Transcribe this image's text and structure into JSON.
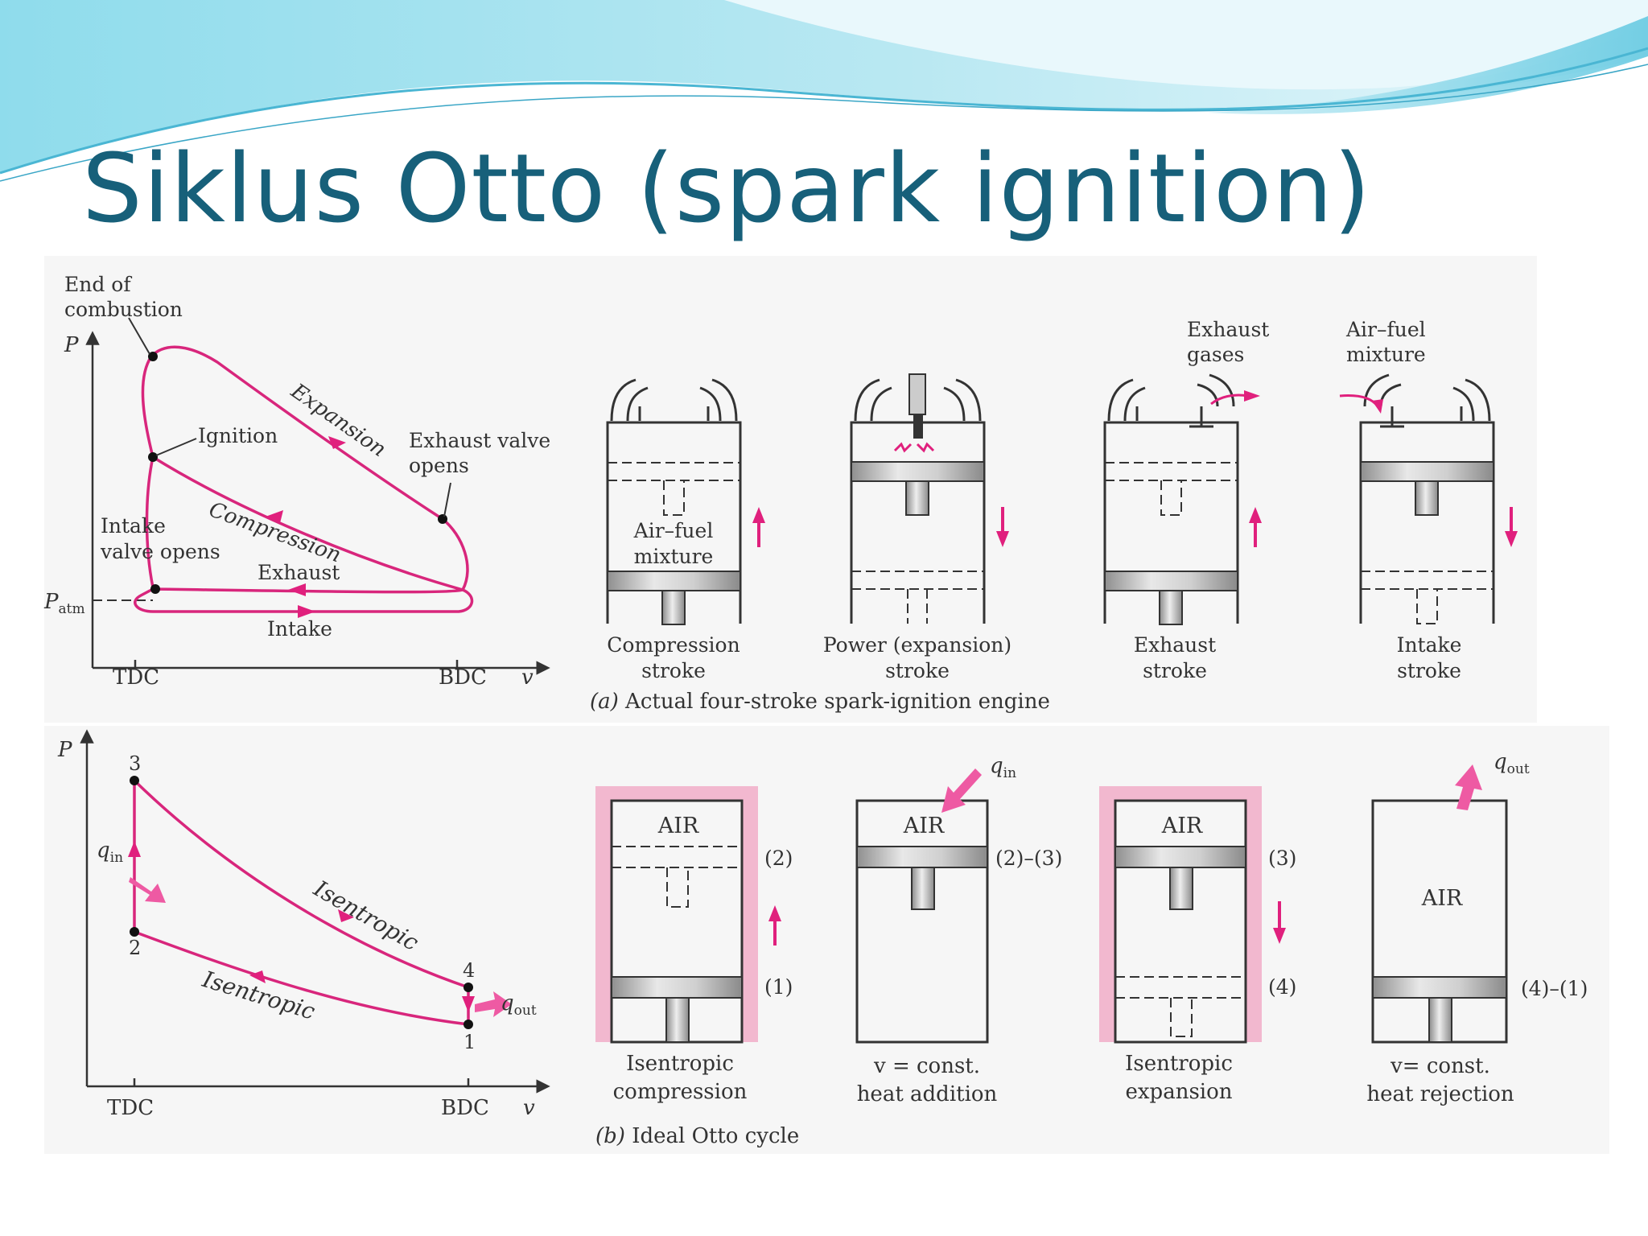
{
  "title": "Siklus Otto (spark ignition)",
  "colors": {
    "title": "#17607a",
    "cycle_line": "#d8267c",
    "heat_arrow": "#ee5aa3",
    "banner_light": "#bfe9f3",
    "banner_mid": "#7fd1e6",
    "panel_bg": "#f6f6f6"
  },
  "actual": {
    "diagram": {
      "y_axis": "P",
      "x_axis": "v",
      "tdc": "TDC",
      "bdc": "BDC",
      "patm": "P",
      "patm_sub": "atm",
      "end_combustion_1": "End of",
      "end_combustion_2": "combustion",
      "ignition": "Ignition",
      "expansion": "Expansion",
      "exhaust_valve_1": "Exhaust valve",
      "exhaust_valve_2": "opens",
      "intake_valve_1": "Intake",
      "intake_valve_2": "valve opens",
      "compression": "Compression",
      "exhaust": "Exhaust",
      "intake": "Intake"
    },
    "cylinders": {
      "compression": {
        "mix_1": "Air–fuel",
        "mix_2": "mixture",
        "caption_1": "Compression",
        "caption_2": "stroke"
      },
      "power": {
        "caption_1": "Power (expansion)",
        "caption_2": "stroke"
      },
      "exhaust": {
        "gases_1": "Exhaust",
        "gases_2": "gases",
        "caption_1": "Exhaust",
        "caption_2": "stroke"
      },
      "intake": {
        "mix_1": "Air–fuel",
        "mix_2": "mixture",
        "caption_1": "Intake",
        "caption_2": "stroke"
      }
    },
    "caption_letter": "(a)",
    "caption_text": " Actual four-stroke spark-ignition engine"
  },
  "ideal": {
    "diagram": {
      "y_axis": "P",
      "x_axis": "v",
      "tdc": "TDC",
      "bdc": "BDC",
      "point_1": "1",
      "point_2": "2",
      "point_3": "3",
      "point_4": "4",
      "q_in": "q",
      "q_in_sub": "in",
      "q_out": "q",
      "q_out_sub": "out",
      "isentropic_upper": "Isentropic",
      "isentropic_lower": "Isentropic"
    },
    "cylinders": {
      "c1": {
        "air": "AIR",
        "label_top": "(2)",
        "label_bottom": "(1)",
        "caption_1": "Isentropic",
        "caption_2": "compression"
      },
      "c2": {
        "air": "AIR",
        "label": "(2)–(3)",
        "q": "q",
        "q_sub": "in",
        "caption_1": "v = const.",
        "caption_2": "heat addition"
      },
      "c3": {
        "air": "AIR",
        "label_top": "(3)",
        "label_bottom": "(4)",
        "caption_1": "Isentropic",
        "caption_2": "expansion"
      },
      "c4": {
        "air": "AIR",
        "label": "(4)–(1)",
        "q": "q",
        "q_sub": "out",
        "caption_1": "v= const.",
        "caption_2": "heat rejection"
      }
    },
    "caption_letter": "(b)",
    "caption_text": " Ideal Otto cycle"
  }
}
